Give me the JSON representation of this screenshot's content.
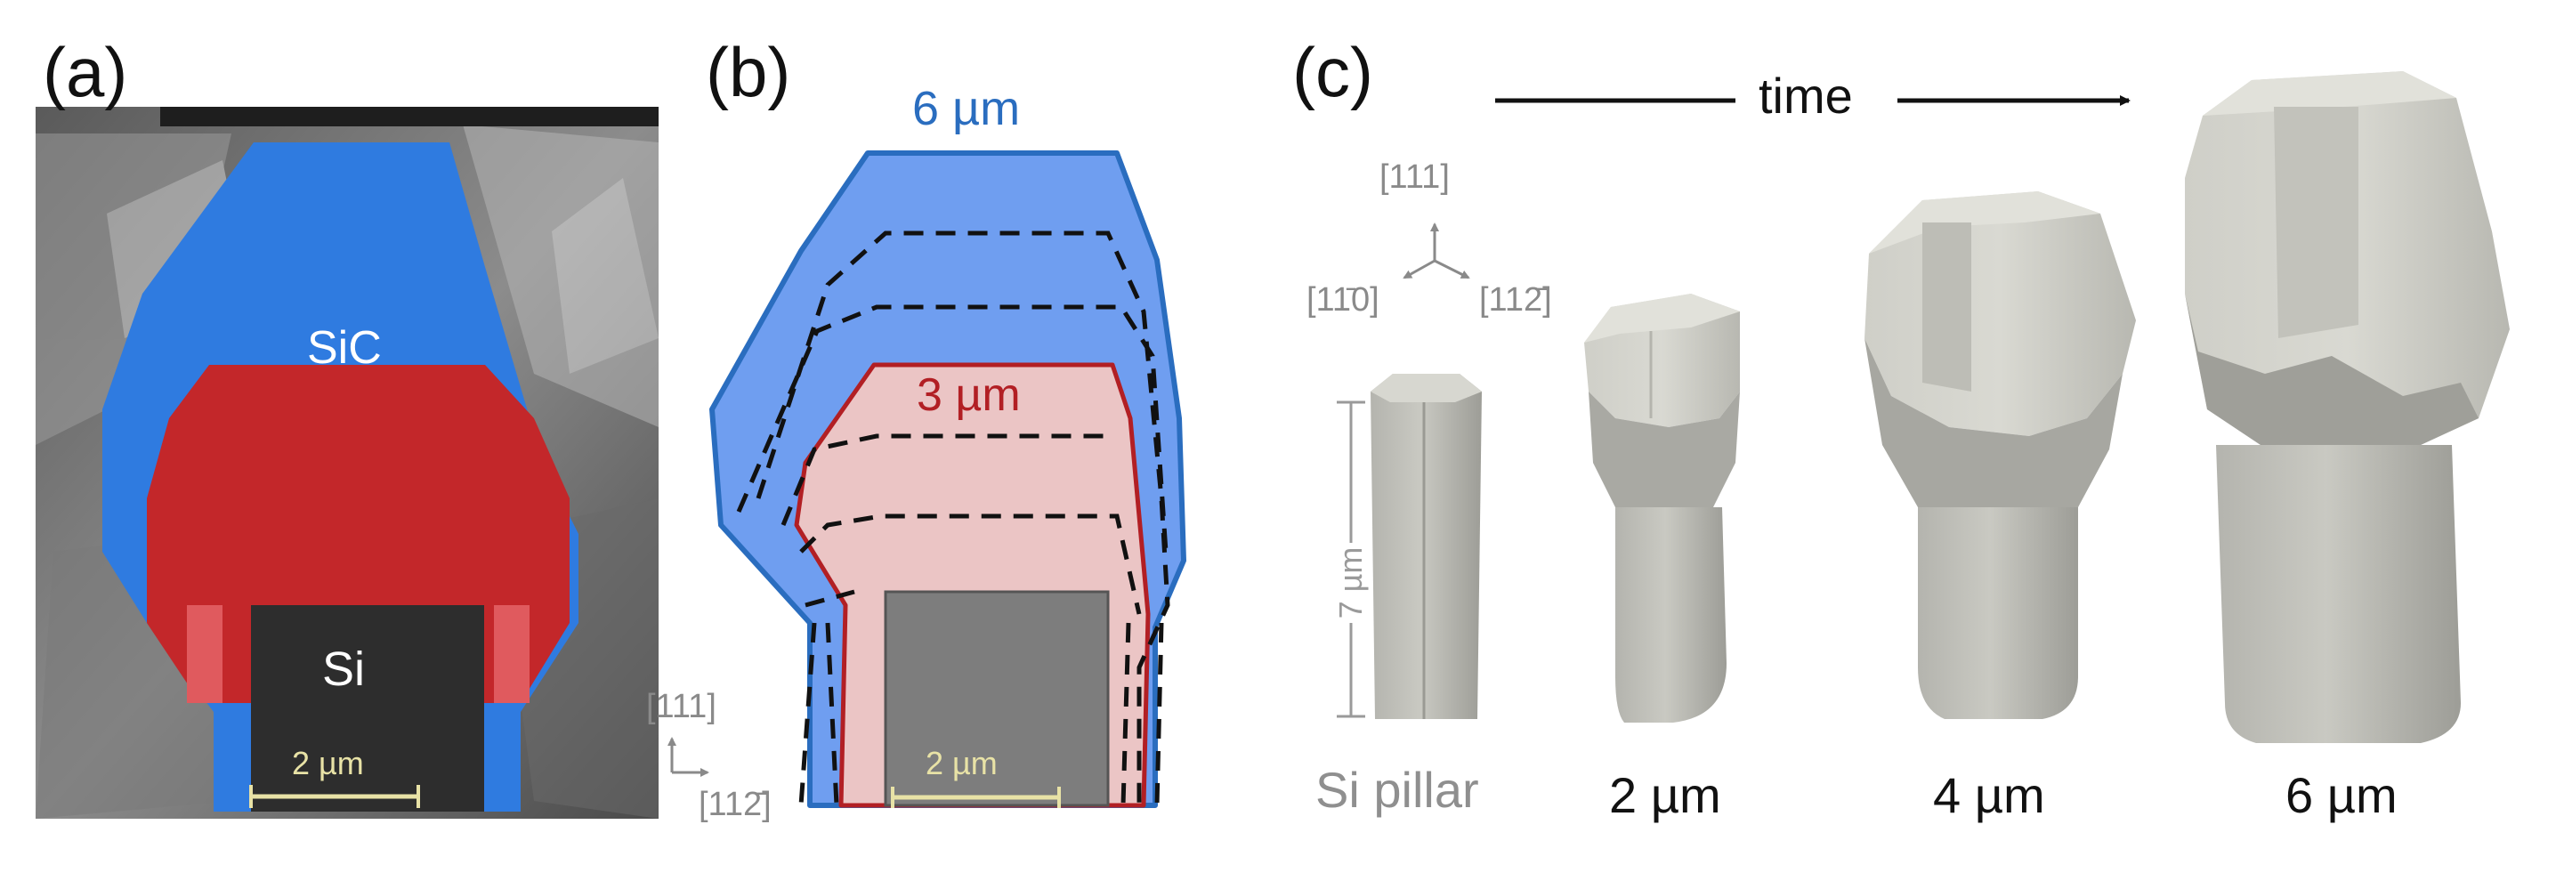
{
  "panel_a": {
    "label": "(a)",
    "layer_label": "SiC",
    "core_label": "Si",
    "scale_bar": "2 µm",
    "colors": {
      "sic": "#2f7be0",
      "si_core": "#2d2d2d",
      "growth": "#c3272a"
    }
  },
  "panel_b": {
    "label": "(b)",
    "outer_thickness": "6 µm",
    "inner_thickness": "3 µm",
    "scale_bar": "2 µm",
    "dir_up": "[111]",
    "dir_right": "[112̄]",
    "colors": {
      "outer": "#6f9ef0",
      "outer_edge": "#2a6dbf",
      "inner": "#ebc5c5",
      "inner_edge": "#b21f24",
      "core": "#7d7d7d",
      "label_outer": "#2a6dbf",
      "label_inner": "#b21f24"
    }
  },
  "panel_c": {
    "label": "(c)",
    "time_label": "time",
    "dir_top": "[111]",
    "dir_left": "[11̄0]",
    "dir_right": "[112̄]",
    "height_label": "7 µm",
    "captions": [
      "Si pillar",
      "2 µm",
      "4 µm",
      "6 µm"
    ]
  }
}
